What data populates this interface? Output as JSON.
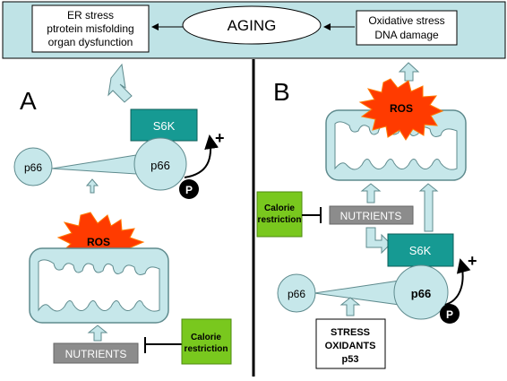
{
  "top": {
    "left_box": [
      "ER stress",
      "ptrotein misfolding",
      "organ dysfunction"
    ],
    "center": "AGING",
    "right_box": [
      "Oxidative stress",
      "DNA damage"
    ]
  },
  "panel_a": {
    "label": "A",
    "s6k": "S6K",
    "plus": "+",
    "p66_small": "p66",
    "p66_large": "p66",
    "phospho": "P",
    "ros": "ROS",
    "nutrients": "NUTRIENTS",
    "calorie": [
      "Calorie",
      "restriction"
    ]
  },
  "panel_b": {
    "label": "B",
    "ros": "ROS",
    "calorie": [
      "Calorie",
      "restriction"
    ],
    "nutrients": "NUTRIENTS",
    "s6k": "S6K",
    "plus": "+",
    "p66_small": "p66",
    "p66_large": "p66",
    "phospho": "P",
    "stress": [
      "STRESS",
      "OXIDANTS",
      "p53"
    ]
  },
  "colors": {
    "header_bg": "#bfe3e6",
    "light_blue": "#c6e7ea",
    "teal": "#169a93",
    "nutrients_gray": "#8c8c8c",
    "calorie_green": "#79c81e",
    "ros_red": "#ff3b00",
    "ros_outline": "#ff7a00"
  }
}
